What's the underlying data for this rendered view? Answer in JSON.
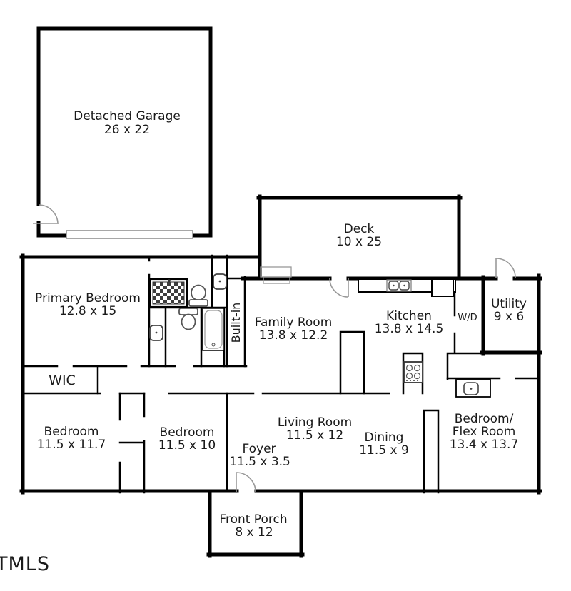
{
  "watermark": "TMLS",
  "colors": {
    "wall": "#000000",
    "fixture": "#555555",
    "door_arc": "#999999",
    "watermark": "#b9b9b9"
  },
  "rooms": {
    "garage": {
      "name": "Detached Garage",
      "dims": "26 x 22"
    },
    "deck": {
      "name": "Deck",
      "dims": "10 x 25"
    },
    "primary_bedroom": {
      "name": "Primary Bedroom",
      "dims": "12.8 x 15"
    },
    "family_room": {
      "name": "Family Room",
      "dims": "13.8 x 12.2"
    },
    "kitchen": {
      "name": "Kitchen",
      "dims": "13.8 x 14.5"
    },
    "washer_dryer": {
      "name": "W/D"
    },
    "utility": {
      "name": "Utility",
      "dims": "9 x 6"
    },
    "built_in": {
      "name": "Built-in"
    },
    "wic": {
      "name": "WIC"
    },
    "bedroom_left": {
      "name": "Bedroom",
      "dims": "11.5 x 11.7"
    },
    "bedroom_middle": {
      "name": "Bedroom",
      "dims": "11.5 x 10"
    },
    "living_room": {
      "name": "Living Room",
      "dims": "11.5 x 12"
    },
    "dining": {
      "name": "Dining",
      "dims": "11.5 x 9"
    },
    "foyer": {
      "name": "Foyer",
      "dims": "11.5 x 3.5"
    },
    "bedroom_flex": {
      "name_line1": "Bedroom/",
      "name_line2": "Flex Room",
      "dims": "13.4 x 13.7"
    },
    "front_porch": {
      "name": "Front Porch",
      "dims": "8 x 12"
    }
  }
}
